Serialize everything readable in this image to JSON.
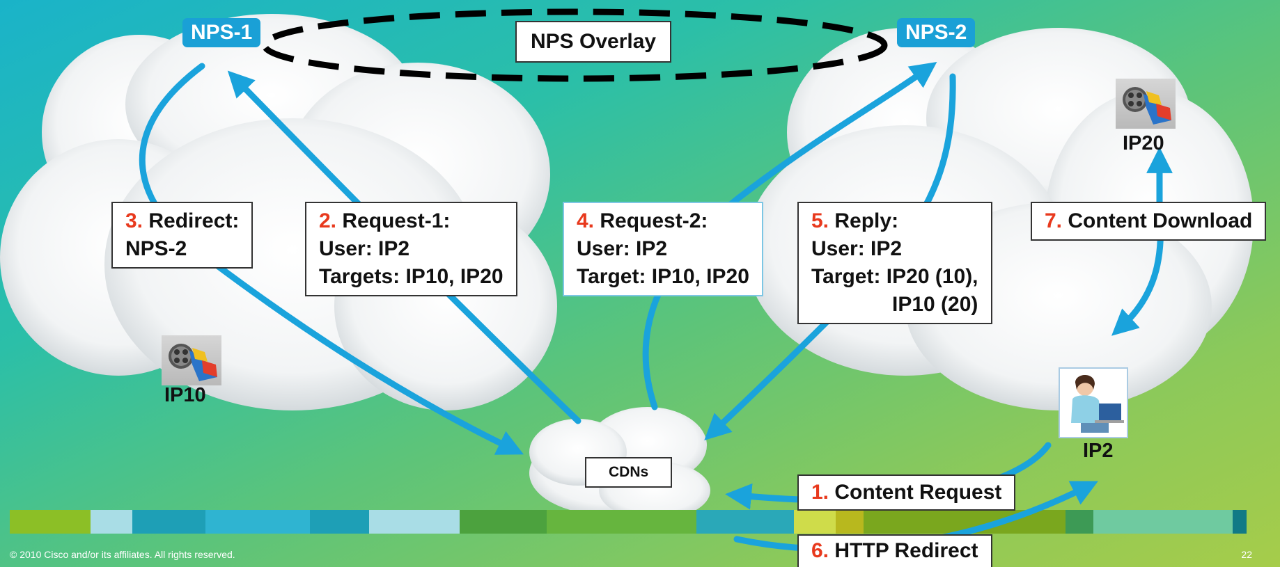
{
  "nodes": {
    "nps1": "NPS-1",
    "nps2": "NPS-2",
    "overlay": "NPS Overlay",
    "cdns": "CDNs",
    "ip10": "IP10",
    "ip20": "IP20",
    "ip2": "IP2"
  },
  "steps": {
    "s1": {
      "num": "1.",
      "text": "Content Request"
    },
    "s2": {
      "num": "2.",
      "line1": "Request-1:",
      "line2": "User: IP2",
      "line3": "Targets: IP10, IP20"
    },
    "s3": {
      "num": "3.",
      "line1": "Redirect:",
      "line2": "NPS-2"
    },
    "s4": {
      "num": "4.",
      "line1": "Request-2:",
      "line2": "User: IP2",
      "line3": "Target: IP10, IP20"
    },
    "s5": {
      "num": "5.",
      "line1": "Reply:",
      "line2": "User: IP2",
      "line3": "Target: IP20 (10),",
      "line4": "IP10 (20)"
    },
    "s6": {
      "num": "6.",
      "text": "HTTP Redirect"
    },
    "s7": {
      "num": "7.",
      "text": "Content Download"
    }
  },
  "footer": {
    "copyright": "© 2010 Cisco and/or its affiliates. All rights reserved.",
    "page": "22"
  },
  "colors": {
    "arrow": "#1aa3dc",
    "step_number": "#e8391d",
    "tag_bg": "#1aa0d6"
  },
  "icons": {
    "film": "film-reel-icon",
    "user": "user-at-laptop-icon"
  }
}
